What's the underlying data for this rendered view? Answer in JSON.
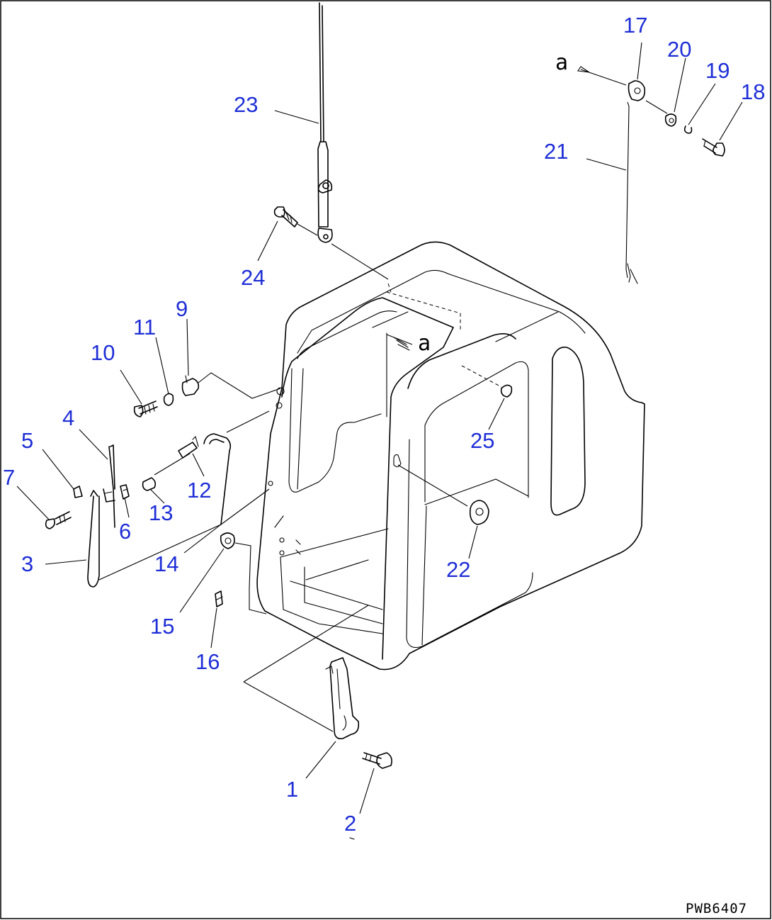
{
  "drawing_code": "PWB6407",
  "view_ref_marks": [
    "a",
    "a"
  ],
  "callouts": [
    "1",
    "2",
    "3",
    "4",
    "5",
    "6",
    "7",
    "9",
    "10",
    "11",
    "12",
    "13",
    "14",
    "15",
    "16",
    "17",
    "18",
    "19",
    "20",
    "21",
    "22",
    "23",
    "24",
    "25"
  ],
  "colors": {
    "callout_text": "#1f2fd6",
    "linework": "#000000",
    "background": "#ffffff"
  }
}
